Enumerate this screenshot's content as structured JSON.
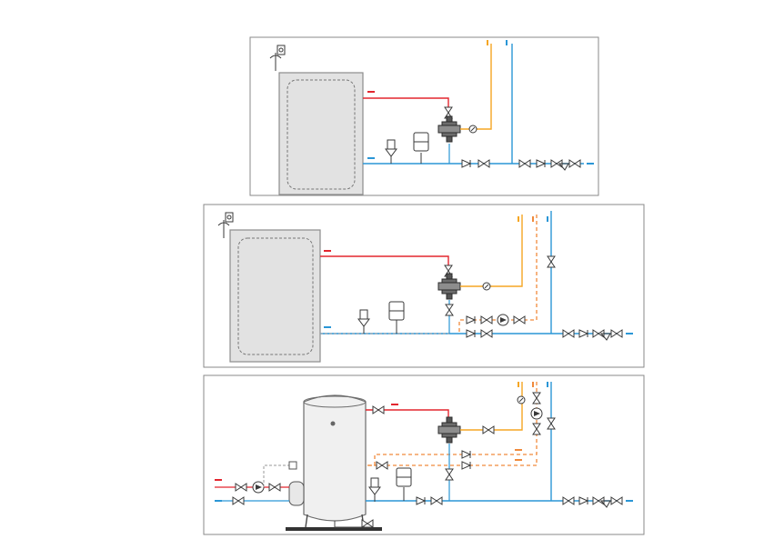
{
  "diagram": {
    "panels": [
      {
        "name": "panel-1",
        "variant": "small-tank-basic"
      },
      {
        "name": "panel-2",
        "variant": "small-tank-recirculation"
      },
      {
        "name": "panel-3",
        "variant": "large-cylinder-loading"
      }
    ],
    "colors": {
      "frame": "#8a8a8a",
      "tank_fill": "#e2e2e2",
      "tank_outline": "#8c8c8c",
      "hot": "#e3262f",
      "cold": "#2a96d6",
      "mixed": "#f5a623",
      "recirc": "#f08a3c",
      "component": "#3a3a3a"
    }
  }
}
